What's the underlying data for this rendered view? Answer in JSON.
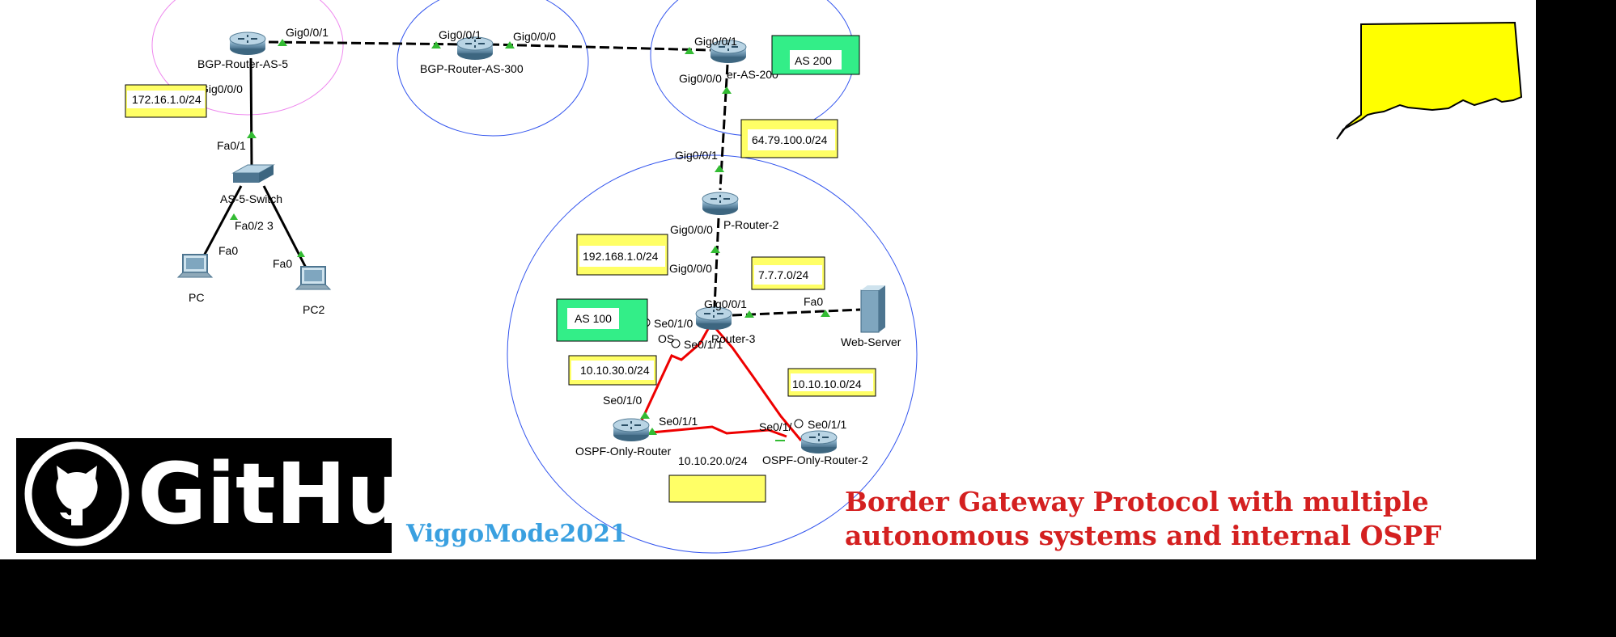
{
  "colors": {
    "canvas": "#ffffff",
    "note_yellow": "#ffff66",
    "note_green": "#33ee88",
    "link_ethernet": "#000000",
    "link_serial": "#ee0000",
    "port_up": "#33bb33",
    "as5_zone": "#ee88ee",
    "as_zone": "#3355ee",
    "state_shape": "#ffff00",
    "title_red": "#d42020",
    "author_blue": "#3aa0e0"
  },
  "devices": {
    "bgp_as5": "BGP-Router-AS-5",
    "bgp_as300": "BGP-Router-AS-300",
    "bgp_as200": "er-AS-200",
    "r2": "P-Router-2",
    "r3": "Router-3",
    "r3_prefix": "OS",
    "ospf1": "OSPF-Only-Router",
    "ospf2": "OSPF-Only-Router-2",
    "switch": "AS-5-Switch",
    "pc": "PC",
    "pc2": "PC2",
    "web": "Web-Server"
  },
  "ports": {
    "as5_east": "Gig0/0/1",
    "as5_south": "Gig0/0/0",
    "as300_west": "Gig0/0/1",
    "as300_east": "Gig0/0/0",
    "as200_west": "Gig0/0/1",
    "as200_south": "Gig0/0/0",
    "switch_up": "Fa0/1",
    "switch_down": "Fa0/2",
    "switch_down3": "3",
    "pc_fa0": "Fa0",
    "pc2_fa0": "Fa0",
    "r2_north": "Gig0/0/1",
    "r2_south": "Gig0/0/0",
    "r3_north": "Gig0/0/0",
    "r3_gig01": "Gig0/0/1",
    "web_fa0": "Fa0",
    "r3_se010": "Se0/1/0",
    "r3_se011": "Se0/1/1",
    "o1_se010": "Se0/1/0",
    "o1_se011": "Se0/1/1",
    "o2_se01": "Se0/1/",
    "o2_se011": "Se0/1/1"
  },
  "notes": {
    "net_172": "172.16.1.0/24",
    "as200": "AS 200",
    "net_64": "64.79.100.0/24",
    "net_192": "192.168.1.0/24",
    "net_777": "7.7.7.0/24",
    "as100": "AS 100",
    "net_1030": "10.10.30.0/24",
    "net_1010": "10.10.10.0/24",
    "net_1020": "10.10.20.0/24"
  },
  "branding": {
    "logo_text": "GitHub",
    "author": "ViggoMode2021",
    "title_line1": "Border Gateway Protocol with multiple",
    "title_line2": "autonomous systems and internal OSPF"
  }
}
